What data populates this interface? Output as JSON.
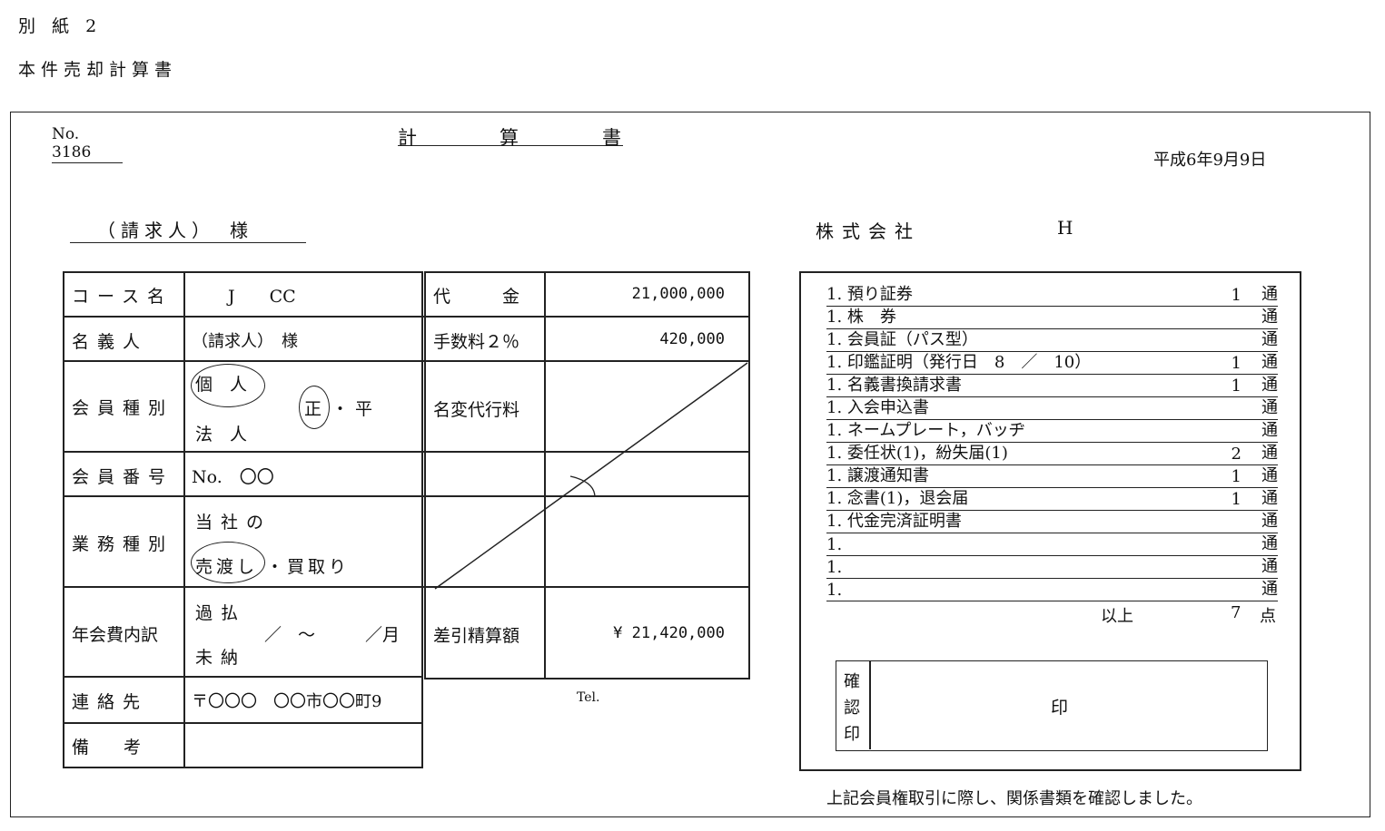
{
  "attachment": "別 紙 2",
  "doc_title": "本件売却計算書",
  "form": {
    "number": "No. 3186",
    "title": [
      "計",
      "算",
      "書"
    ],
    "date": "平成6年9月9日",
    "addressee": "（請求人）　様",
    "company": "株式会社",
    "company_name": "H"
  },
  "table": {
    "course_label": "コース名",
    "course_value": "J　　CC",
    "price_label": "代　　　金",
    "price_value": "21,000,000",
    "holder_label": "名義人",
    "holder_value": "（請求人）　様",
    "fee_label": "手数料２％",
    "fee_value": "420,000",
    "member_type_label": "会員種別",
    "member_type_individual": "個　人",
    "member_type_regular": "正",
    "member_type_sep": "・",
    "member_type_flat": "平",
    "member_type_corp": "法　人",
    "transfer_label": "名変代行料",
    "member_no_label": "会員番号",
    "member_no_value": "No.　〇〇",
    "business_label": "業務種別",
    "business_company": "当社の",
    "business_sale": "売渡し",
    "business_buy": "・買取り",
    "annual_label": "年会費内訳",
    "annual_paid": "過払",
    "annual_range": "／～　／",
    "annual_month": "月",
    "annual_unpaid": "未納",
    "net_label": "差引精算額",
    "net_value": "¥ 21,420,000",
    "contact_label": "連絡先",
    "contact_value": "〒〇〇〇　〇〇市〇〇町9",
    "tel_label": "Tel.",
    "remarks_label": "備　　考"
  },
  "documents": [
    {
      "text": "1. 預り証券",
      "count": "1",
      "unit": "通"
    },
    {
      "text": "1. 株　券",
      "count": "",
      "unit": "通"
    },
    {
      "text": "1. 会員証（パス型）",
      "count": "",
      "unit": "通"
    },
    {
      "text": "1. 印鑑証明（発行日　8　／　10）",
      "count": "1",
      "unit": "通"
    },
    {
      "text": "1. 名義書換請求書",
      "count": "1",
      "unit": "通"
    },
    {
      "text": "1. 入会申込書",
      "count": "",
      "unit": "通"
    },
    {
      "text": "1. ネームプレート，バッヂ",
      "count": "",
      "unit": "通"
    },
    {
      "text": "1. 委任状(1)，紛失届(1)",
      "count": "2",
      "unit": "通"
    },
    {
      "text": "1. 譲渡通知書",
      "count": "1",
      "unit": "通"
    },
    {
      "text": "1. 念書(1)，退会届",
      "count": "1",
      "unit": "通"
    },
    {
      "text": "1. 代金完済証明書",
      "count": "",
      "unit": "通"
    },
    {
      "text": "1.",
      "count": "",
      "unit": "通"
    },
    {
      "text": "1.",
      "count": "",
      "unit": "通"
    },
    {
      "text": "1.",
      "count": "",
      "unit": "通"
    }
  ],
  "total": {
    "label": "以上",
    "count": "7",
    "unit": "点"
  },
  "confirm": {
    "label": [
      "確",
      "認",
      "印"
    ],
    "seal": "印"
  },
  "footer_note": "上記会員権取引に際し、関係書類を確認しました。"
}
